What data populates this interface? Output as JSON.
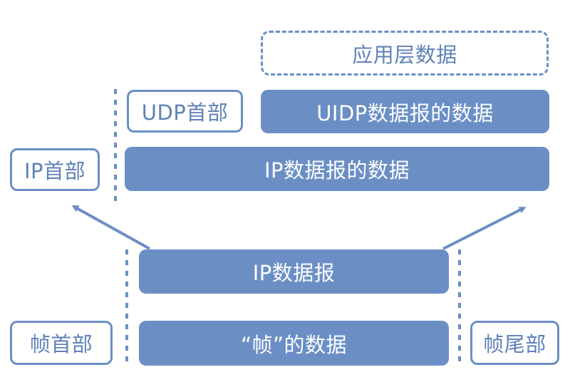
{
  "colors": {
    "fill": "#6b8fc5",
    "stroke": "#6b8fc5",
    "text_outline": "#5f82ba",
    "text_fill": "#ffffff"
  },
  "layers": {
    "application_data": "应用层数据",
    "udp_header": "UDP首部",
    "udp_datagram_data": "UIDP数据报的数据",
    "ip_header": "IP首部",
    "ip_datagram_data": "IP数据报的数据",
    "ip_datagram": "IP数据报",
    "frame_header": "帧首部",
    "frame_data": "“帧”的数据",
    "frame_trailer": "帧尾部"
  }
}
